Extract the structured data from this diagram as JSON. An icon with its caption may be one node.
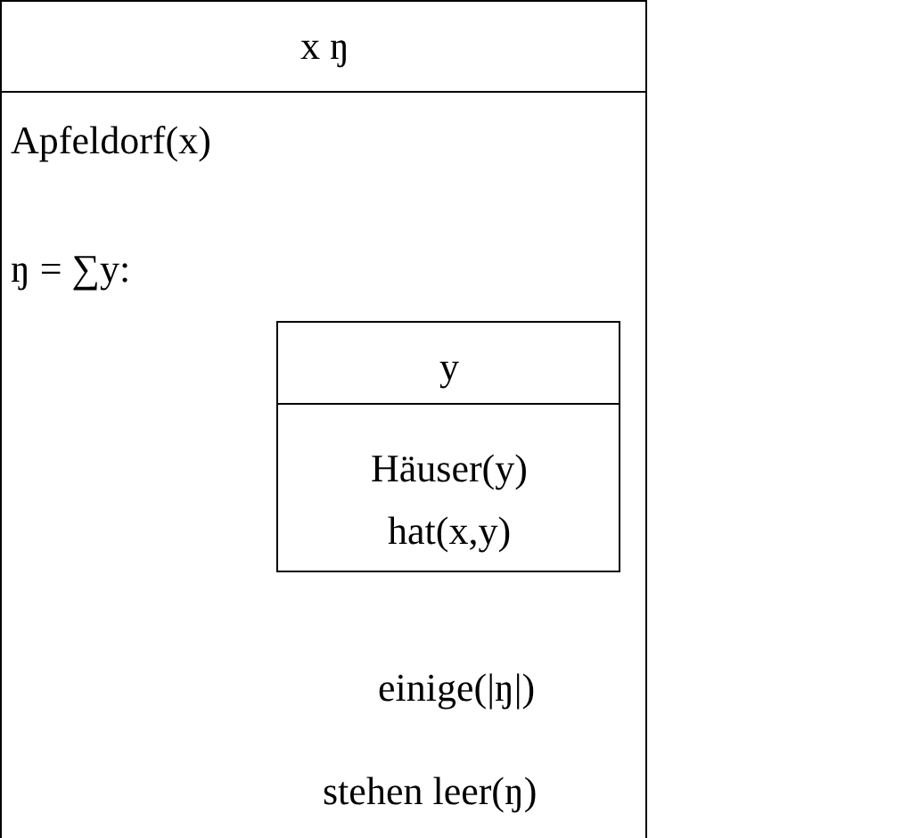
{
  "diagram": {
    "nodes": [
      {
        "text": [
          "x ŋ",
          "Apfeldorf(x)",
          "ŋ = ∑y:",
          "einige(|ŋ|)",
          "stehen leer(ŋ)"
        ]
      },
      {
        "text": [
          "y",
          "Häuser(y)",
          "hat(x,y)"
        ],
        "in": 0
      }
    ]
  }
}
